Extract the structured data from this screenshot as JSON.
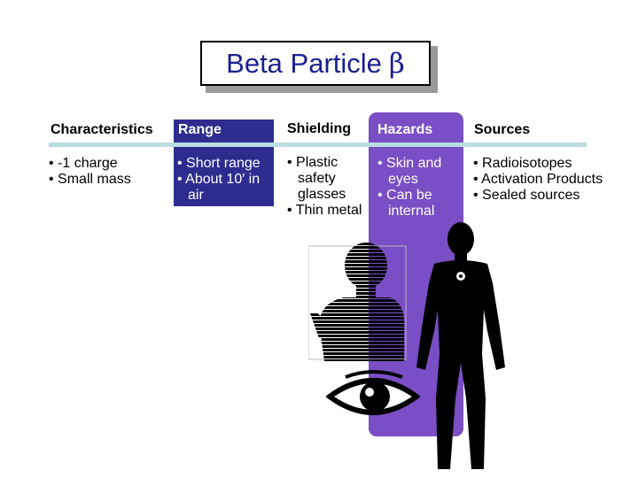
{
  "title": {
    "text": "Beta Particle",
    "symbol": "β"
  },
  "headers": {
    "characteristics": "Characteristics",
    "range": "Range",
    "shielding": "Shielding",
    "hazards": "Hazards",
    "sources": "Sources"
  },
  "characteristics": [
    "• -1 charge",
    "• Small mass"
  ],
  "range": [
    "• Short range",
    "• About 10′ in air"
  ],
  "shielding": [
    "• Plastic safety glasses",
    "• Thin metal"
  ],
  "hazards": [
    "• Skin and eyes",
    "• Can be internal"
  ],
  "sources": [
    "• Radioisotopes",
    "• Activation Products",
    "• Sealed sources"
  ],
  "colors": {
    "title": "#1c1f8f",
    "range_box": "#2e2d8f",
    "hazards_box": "#7a4ec4",
    "rule": "#b9dde0"
  },
  "icons": [
    "torso-silhouette-icon",
    "eye-icon",
    "human-body-icon"
  ]
}
